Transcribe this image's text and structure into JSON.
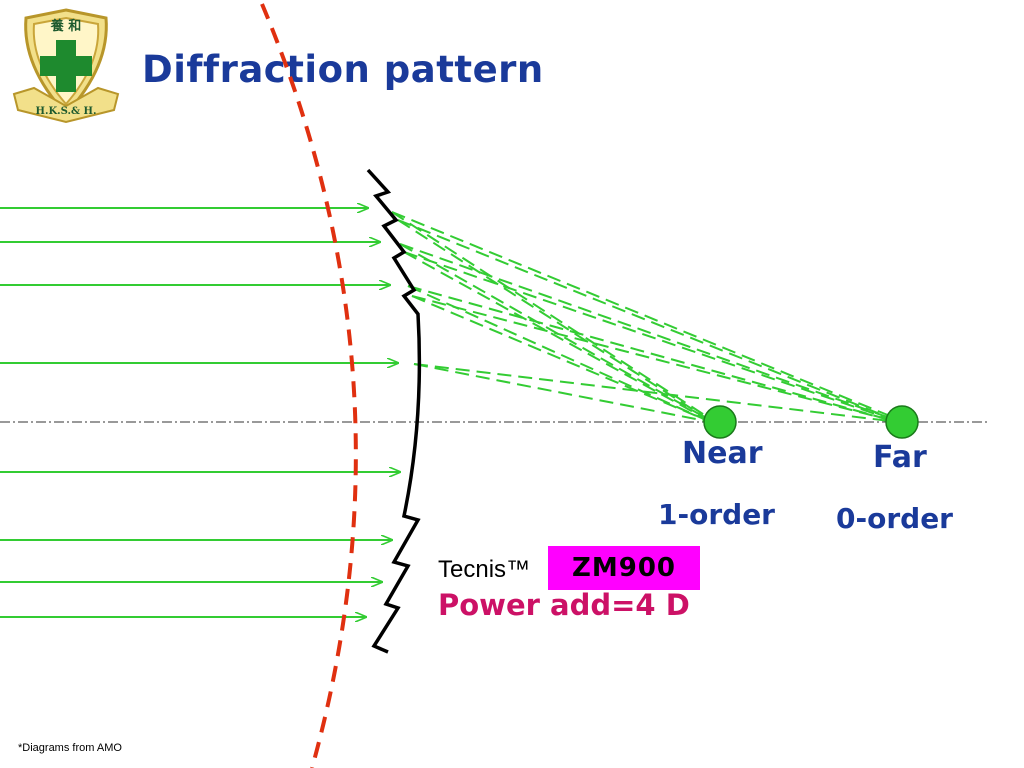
{
  "title": "Diffraction pattern",
  "logo": {
    "top_text": "養 和",
    "bottom_text": "H.K.S.& H."
  },
  "foci": {
    "near": {
      "label": "Near",
      "order": "1-order"
    },
    "far": {
      "label": "Far",
      "order": "0-order"
    }
  },
  "lens": {
    "brand": "Tecnis™",
    "model": "ZM900",
    "power": "Power add=4 D"
  },
  "footnote": "*Diagrams from AMO",
  "colors": {
    "title": "#1a3a9a",
    "rays": "#33cc33",
    "wavefront": "#e03010",
    "model_box": "#ff00ff",
    "power_text": "#cc1166",
    "focus_dot": "#33cc33"
  }
}
